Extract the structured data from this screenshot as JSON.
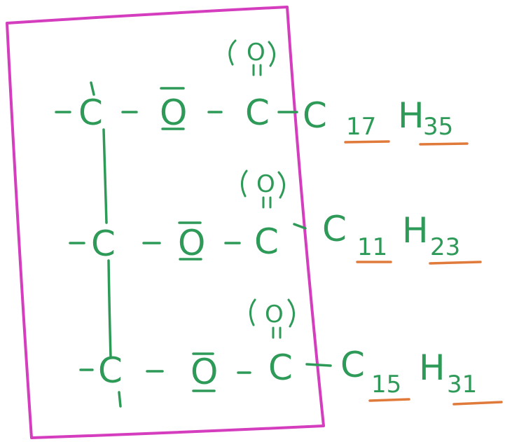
{
  "colors": {
    "ink_green": "#2e9a58",
    "box_magenta": "#d43dbd",
    "underline_orange": "#e07a3a"
  },
  "rows": [
    {
      "atoms": [
        "C",
        "O",
        "C"
      ],
      "carbonyl": "O",
      "chain": {
        "c_symbol": "C",
        "c_count": "17",
        "h_symbol": "H",
        "h_count": "35"
      }
    },
    {
      "atoms": [
        "C",
        "O",
        "C"
      ],
      "carbonyl": "O",
      "chain": {
        "c_symbol": "C",
        "c_count": "11",
        "h_symbol": "H",
        "h_count": "23"
      }
    },
    {
      "atoms": [
        "C",
        "O",
        "C"
      ],
      "carbonyl": "O",
      "chain": {
        "c_symbol": "C",
        "c_count": "15",
        "h_symbol": "H",
        "h_count": "31"
      }
    }
  ]
}
